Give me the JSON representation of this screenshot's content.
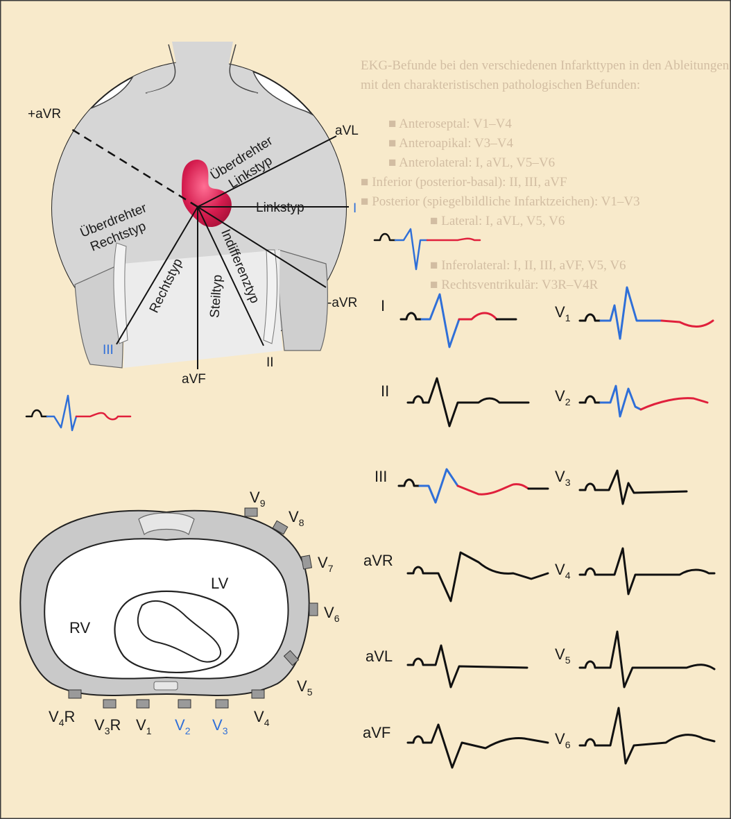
{
  "colors": {
    "paper": "#f8eacb",
    "ink": "#111111",
    "blue": "#2f6fd8",
    "red": "#e0203c",
    "heart": "#d41c4e",
    "torso": "#d6d6d6",
    "ring": "#b8b8b8"
  },
  "background_text": [
    "EKG-Befunde bei den verschiedenen Infarkttypen in den Ableitungen",
    "mit den charakteristischen pathologischen Befunden:",
    "■ Anteroseptal:  V1–V4",
    "■ Anteroapikal:  V3–V4",
    "■ Anterolateral:  I, aVL, V5–V6",
    "■ Inferior (posterior-basal):  II, III, aVF",
    "■ Posterior (spiegelbildliche Infarktzeichen):  V1–V3",
    "■ Lateral:  I, aVL, V5, V6",
    "■ Inferolateral:  I, II, III, aVF, V5, V6",
    "■ Rechtsventrikulär:  V3R–V4R"
  ],
  "frontal": {
    "axes": {
      "plus_avr": "+aVR",
      "avl": "aVL",
      "i": "I",
      "minus_avr": "-aVR",
      "ii": "II",
      "avf": "aVF",
      "iii": "III"
    },
    "types": {
      "ueberdrehter_linkstyp": [
        "Überdrehter",
        "Linkstyp"
      ],
      "linkstyp": "Linkstyp",
      "ueberdrehter_rechtstyp": [
        "Überdrehter",
        "Rechtstyp"
      ],
      "rechtstyp": "Rechtstyp",
      "steiltyp": "Steiltyp",
      "indifferenztyp": "Indifferenztyp"
    }
  },
  "transverse": {
    "chambers": {
      "lv": "LV",
      "rv": "RV"
    },
    "electrodes": [
      {
        "base": "V",
        "sub": "9",
        "suffix": ""
      },
      {
        "base": "V",
        "sub": "8",
        "suffix": ""
      },
      {
        "base": "V",
        "sub": "7",
        "suffix": ""
      },
      {
        "base": "V",
        "sub": "6",
        "suffix": ""
      },
      {
        "base": "V",
        "sub": "5",
        "suffix": ""
      },
      {
        "base": "V",
        "sub": "4",
        "suffix": ""
      },
      {
        "base": "V",
        "sub": "3",
        "suffix": ""
      },
      {
        "base": "V",
        "sub": "2",
        "suffix": ""
      },
      {
        "base": "V",
        "sub": "1",
        "suffix": ""
      },
      {
        "base": "V",
        "sub": "3",
        "suffix": "R"
      },
      {
        "base": "V",
        "sub": "4",
        "suffix": "R"
      }
    ]
  },
  "limb_leads": [
    "I",
    "II",
    "III",
    "aVR",
    "aVL",
    "aVF"
  ],
  "chest_leads": [
    {
      "base": "V",
      "sub": "1"
    },
    {
      "base": "V",
      "sub": "2"
    },
    {
      "base": "V",
      "sub": "3"
    },
    {
      "base": "V",
      "sub": "4"
    },
    {
      "base": "V",
      "sub": "5"
    },
    {
      "base": "V",
      "sub": "6"
    }
  ]
}
